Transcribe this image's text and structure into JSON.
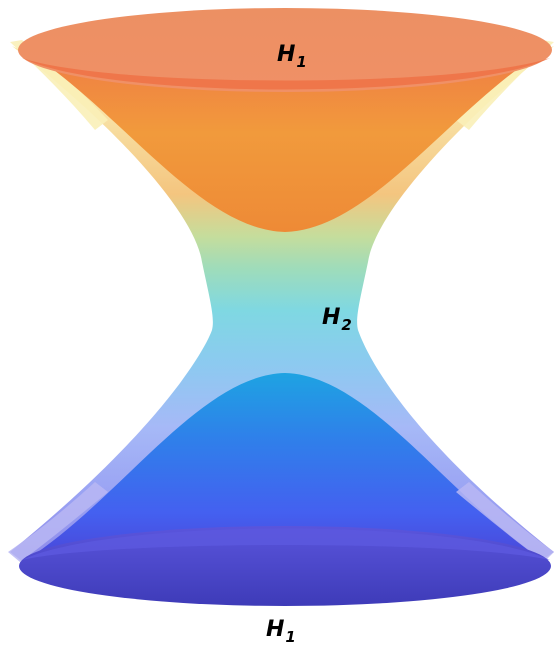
{
  "labels": {
    "top": {
      "main": "H",
      "sub": "1"
    },
    "middle": {
      "main": "H",
      "sub": "2"
    },
    "bottom": {
      "main": "H",
      "sub": "1"
    }
  },
  "colors": {
    "top_cap": "#ef8f66",
    "top_rim": "#f07a4c",
    "orange_sheet": "#f29a3a",
    "yellow_edge": "#f5e27a",
    "green_neck": "#a9dca0",
    "cyan_neck": "#7fd6e0",
    "light_blue": "#a5c6f5",
    "blue_cone": "#3f73f0",
    "bottom_cap": "#4a46cf"
  }
}
